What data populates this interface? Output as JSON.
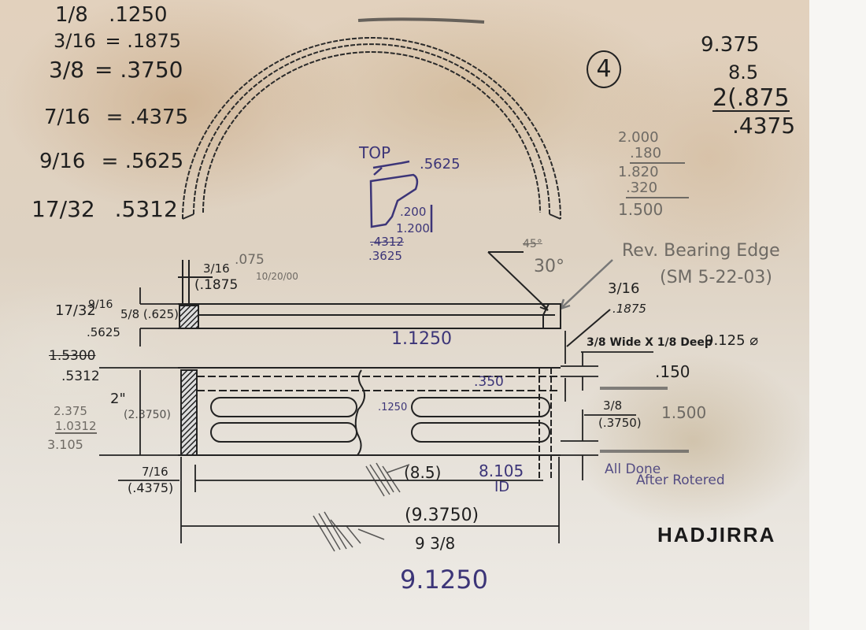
{
  "document": {
    "type": "technical drawing (photocopy with handwritten annotations)",
    "sheet_number": "4",
    "stamp_name": "HADJIRRA"
  },
  "conversion_table": [
    {
      "fraction": "1/8",
      "decimal": ".1250"
    },
    {
      "fraction": "3/16",
      "decimal": "= .1875"
    },
    {
      "fraction": "3/8",
      "decimal": "= .3750"
    },
    {
      "fraction": "7/16",
      "decimal": "= .4375"
    },
    {
      "fraction": "9/16",
      "decimal": "= .5625"
    },
    {
      "fraction": "17/32",
      "decimal": ".5312"
    }
  ],
  "top_right_calc": {
    "line1": "9.375",
    "line2": "8.5",
    "line3": "2(.875",
    "result": ".4375"
  },
  "pencil_calc": {
    "line1": "2.000",
    "line2": ".180",
    "line3": "1.820",
    "line4": ".320",
    "result": "1.500"
  },
  "profile_sketch": {
    "label": "TOP",
    "dim_top": ".5625",
    "dim_side1": ".200",
    "dim_side2": "1.200",
    "dim_bottom_crossed": ".4312",
    "dim_bottom": ".3625"
  },
  "top_view": {
    "fraction": "3/16",
    "decimal": "(.1875",
    "note": ".075",
    "date": "10/20/00",
    "angle_crossed": "45°",
    "angle": "30°",
    "revision_note_line1": "Rev. Bearing Edge",
    "revision_note_line2": "(SM 5-22-03)",
    "edge_fraction": "3/16",
    "edge_decimal": ".1875"
  },
  "left_dims": {
    "frac_17_32": "17/32",
    "frac_9_16": "9/16",
    "frac_5_8": "5/8 (.625)",
    "dec_5625": ".5625",
    "crossed_1_5300": "1.5300",
    "dec_5312": ".5312",
    "height_2in": "2\"",
    "smudged_value": "(2.3750)",
    "pencil_sum_1": "2.375",
    "pencil_sum_2": "1.0312",
    "pencil_total": "3.105",
    "bottom_fraction": "7/16",
    "bottom_decimal": "(.4375)"
  },
  "side_view": {
    "dim_width": "1.1250",
    "dim_350": ".350",
    "dim_1250": ".1250"
  },
  "right_dims": {
    "groove_note": "3/8 Wide X 1/8 Deep",
    "groove_diameter": "9.125 ⌀",
    "dim_150": ".150",
    "fraction_3_8": "3/8",
    "decimal_3750": "(.3750)",
    "pencil_1500": "1.500",
    "note_line1": "All Done",
    "note_line2": "After Rotered"
  },
  "bottom_dims": {
    "id_value": "(8.5)",
    "id_blue": "8.105",
    "id_label": "ID",
    "od_value": "(9.3750)",
    "od_fraction": "9 3/8",
    "od_blue": "9.1250"
  },
  "colors": {
    "paper": "#e2d1bd",
    "ink": "#1f1f1f",
    "pencil": "#6e6a64",
    "blue_ink": "#3c3578"
  }
}
